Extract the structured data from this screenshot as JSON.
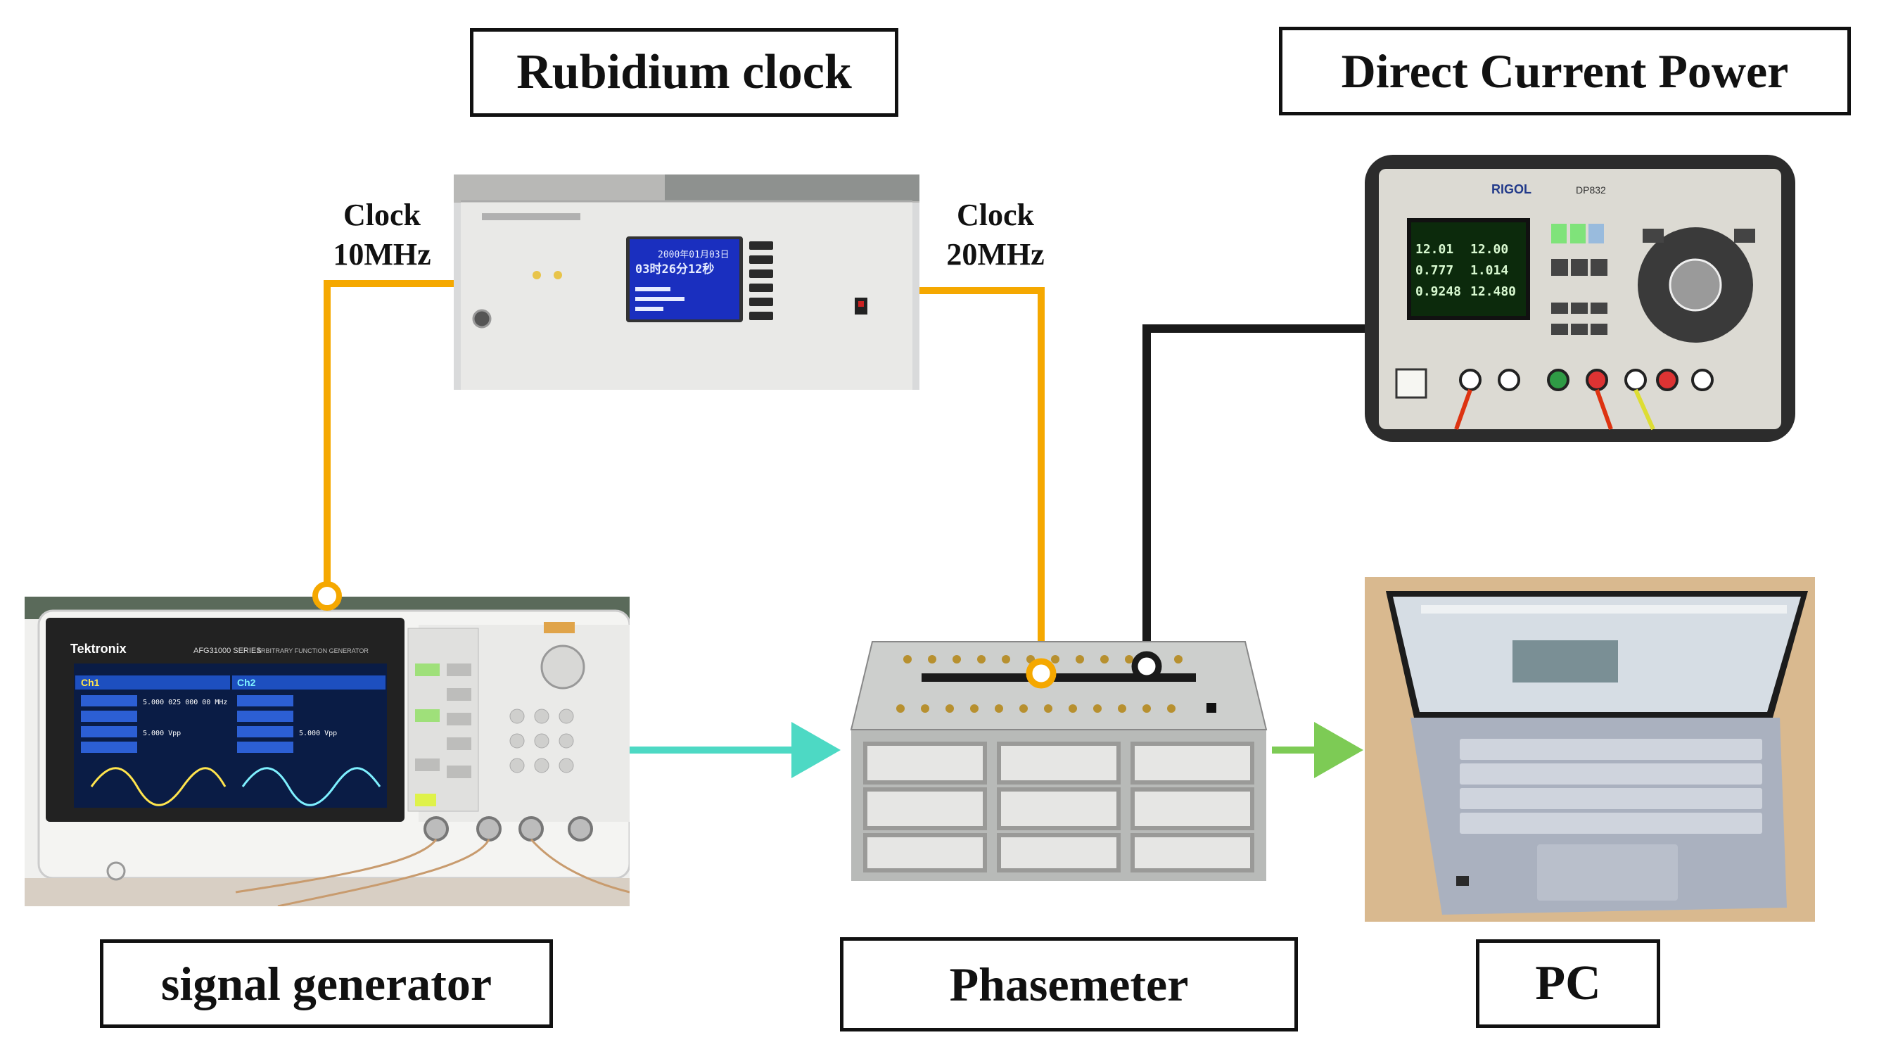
{
  "labels": {
    "rubidium": "Rubidium clock",
    "dc_power": "Direct Current Power",
    "signal_generator": "signal generator",
    "phasemeter": "Phasemeter",
    "pc": "PC"
  },
  "clock_left": {
    "line1": "Clock",
    "line2": "10MHz"
  },
  "clock_right": {
    "line1": "Clock",
    "line2": "20MHz"
  },
  "rubidium_screen": {
    "date": "2000年01月03日",
    "time": "03时26分12秒"
  },
  "awg": {
    "brand": "Tektronix",
    "model": "AFG31000 SERIES",
    "subtitle": "ARBITRARY FUNCTION GENERATOR",
    "ch1": "Ch1",
    "ch2": "Ch2",
    "ch1_freq": "5.000 025 000 00 MHz",
    "ch1_amp": "5.000 Vpp",
    "ch2_amp": "5.000 Vpp"
  },
  "psu": {
    "brand": "RIGOL",
    "model": "DP832",
    "readings": [
      "12.01",
      "12.00",
      "0.777",
      "1.014",
      "0.9248",
      "12.480"
    ]
  },
  "colors": {
    "clock_line": "#F5A800",
    "power_line": "#1a1a1a",
    "signal_arrow": "#4DD9C4",
    "data_arrow": "#7DCB55"
  }
}
